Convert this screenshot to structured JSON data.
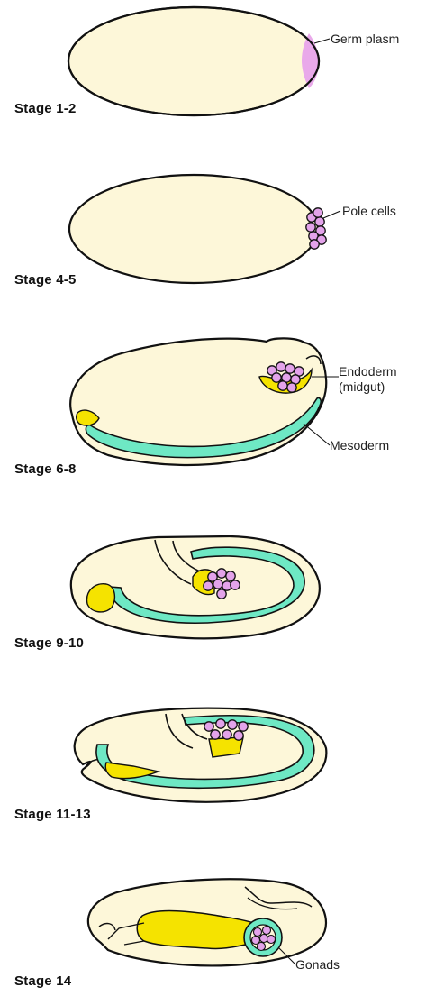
{
  "colors": {
    "embryo": "#fdf7d9",
    "outline": "#111111",
    "germ_plasm": "#e9a9ea",
    "pole_cells": "#e3a3ea",
    "endoderm": "#f5e300",
    "mesoderm": "#6ee8c4"
  },
  "stages": [
    {
      "label": "Stage 1-2",
      "callouts": [
        "Germ plasm"
      ]
    },
    {
      "label": "Stage 4-5",
      "callouts": [
        "Pole cells"
      ]
    },
    {
      "label": "Stage 6-8",
      "callouts": [
        "Endoderm",
        "(midgut)",
        "Mesoderm"
      ]
    },
    {
      "label": "Stage 9-10",
      "callouts": []
    },
    {
      "label": "Stage 11-13",
      "callouts": []
    },
    {
      "label": "Stage 14",
      "callouts": [
        "Gonads"
      ]
    }
  ]
}
